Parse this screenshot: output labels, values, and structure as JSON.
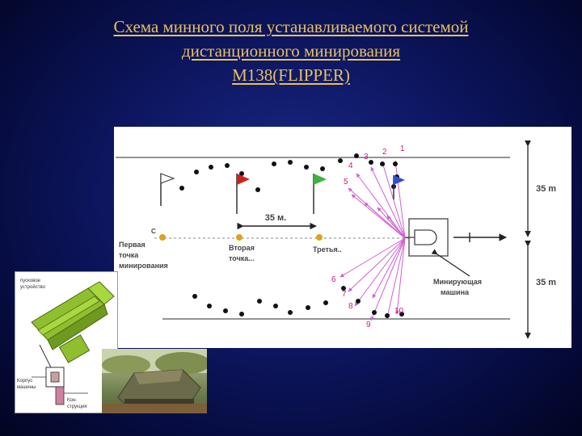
{
  "title": {
    "line1": "Схема минного поля устанавливаемого системой ",
    "line2": "дистанционного минирования",
    "line3": "М138(FLIPPER)"
  },
  "diagram": {
    "distance_label": "35 м.",
    "width_top_label": "35 m",
    "width_bottom_label": "35 m",
    "point_letter": "C",
    "first_point": [
      "Первая",
      "точка",
      "минирования"
    ],
    "second_point": [
      "Вторая",
      "точка..."
    ],
    "third_point": "Третья..",
    "vehicle_label": [
      "Минирующая",
      "машина"
    ],
    "fan_numbers": [
      "1",
      "2",
      "3",
      "4",
      "5",
      "6",
      "7",
      "8",
      "9",
      "10"
    ],
    "colors": {
      "mine": "#111111",
      "fan": "#d060d0",
      "point": "#e0a020",
      "flag_red": "#d02020",
      "flag_green": "#40b040",
      "flag_blue": "#3050d0",
      "numbers": "#c02080"
    }
  },
  "launcher": {
    "label_top": [
      "пусковое",
      "устройство"
    ],
    "label_left": [
      "Корпус",
      "машины"
    ],
    "label_bottom": [
      "Кон-",
      "струкция"
    ]
  }
}
